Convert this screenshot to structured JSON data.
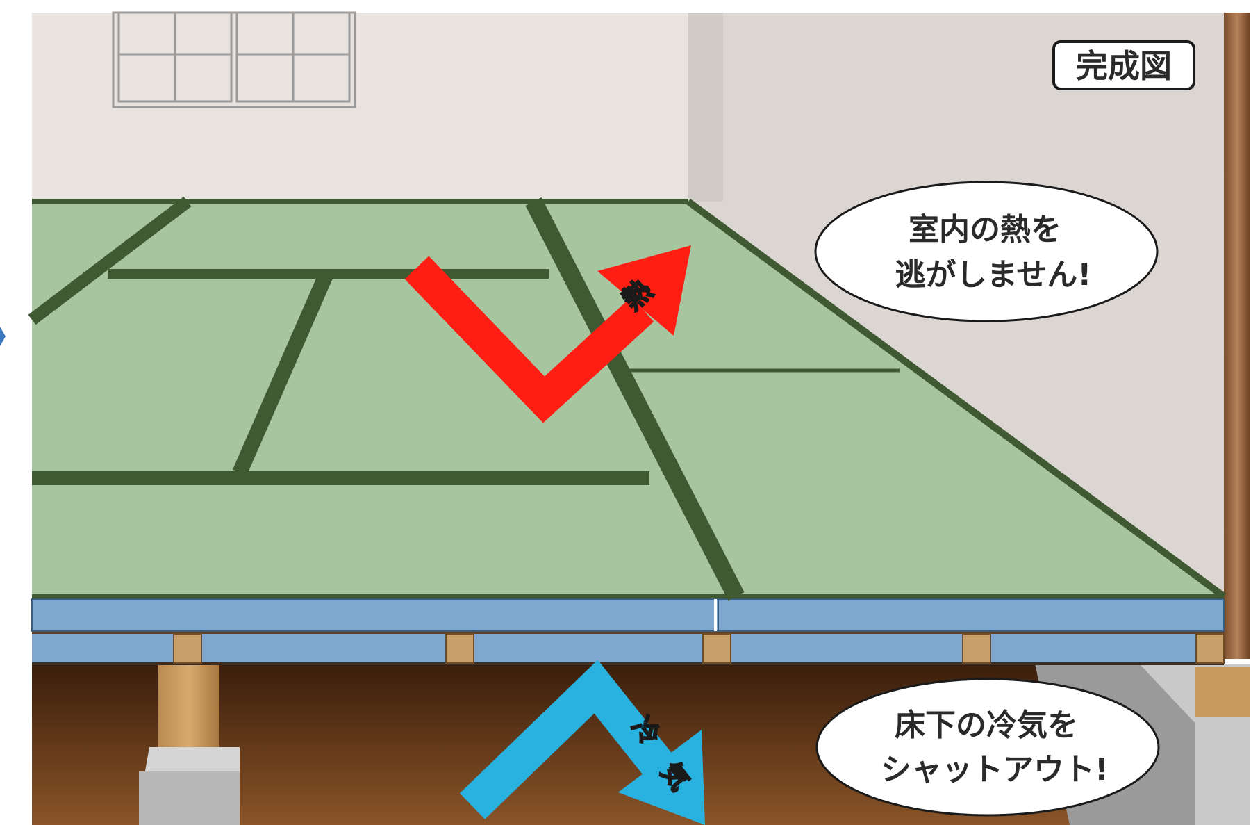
{
  "title_tag": "完成図",
  "bubble_top": {
    "line1": "室内の熱を",
    "line2": "逃がしません!"
  },
  "bubble_bottom": {
    "line1": "床下の冷気を",
    "line2": "シャットアウト!"
  },
  "arrow_heat_label": "熱",
  "arrow_cold_label_1": "冷",
  "arrow_cold_label_2": "気",
  "colors": {
    "wall": "#e8e3df",
    "wall_right": "#dcd6d3",
    "tatami": "#a7c6a0",
    "tatami_border": "#3f5a32",
    "insulation": "#7ea8cf",
    "crawlspace": "#5c3418",
    "heat_arrow": "#ff1e14",
    "cold_arrow": "#29b2e0"
  }
}
